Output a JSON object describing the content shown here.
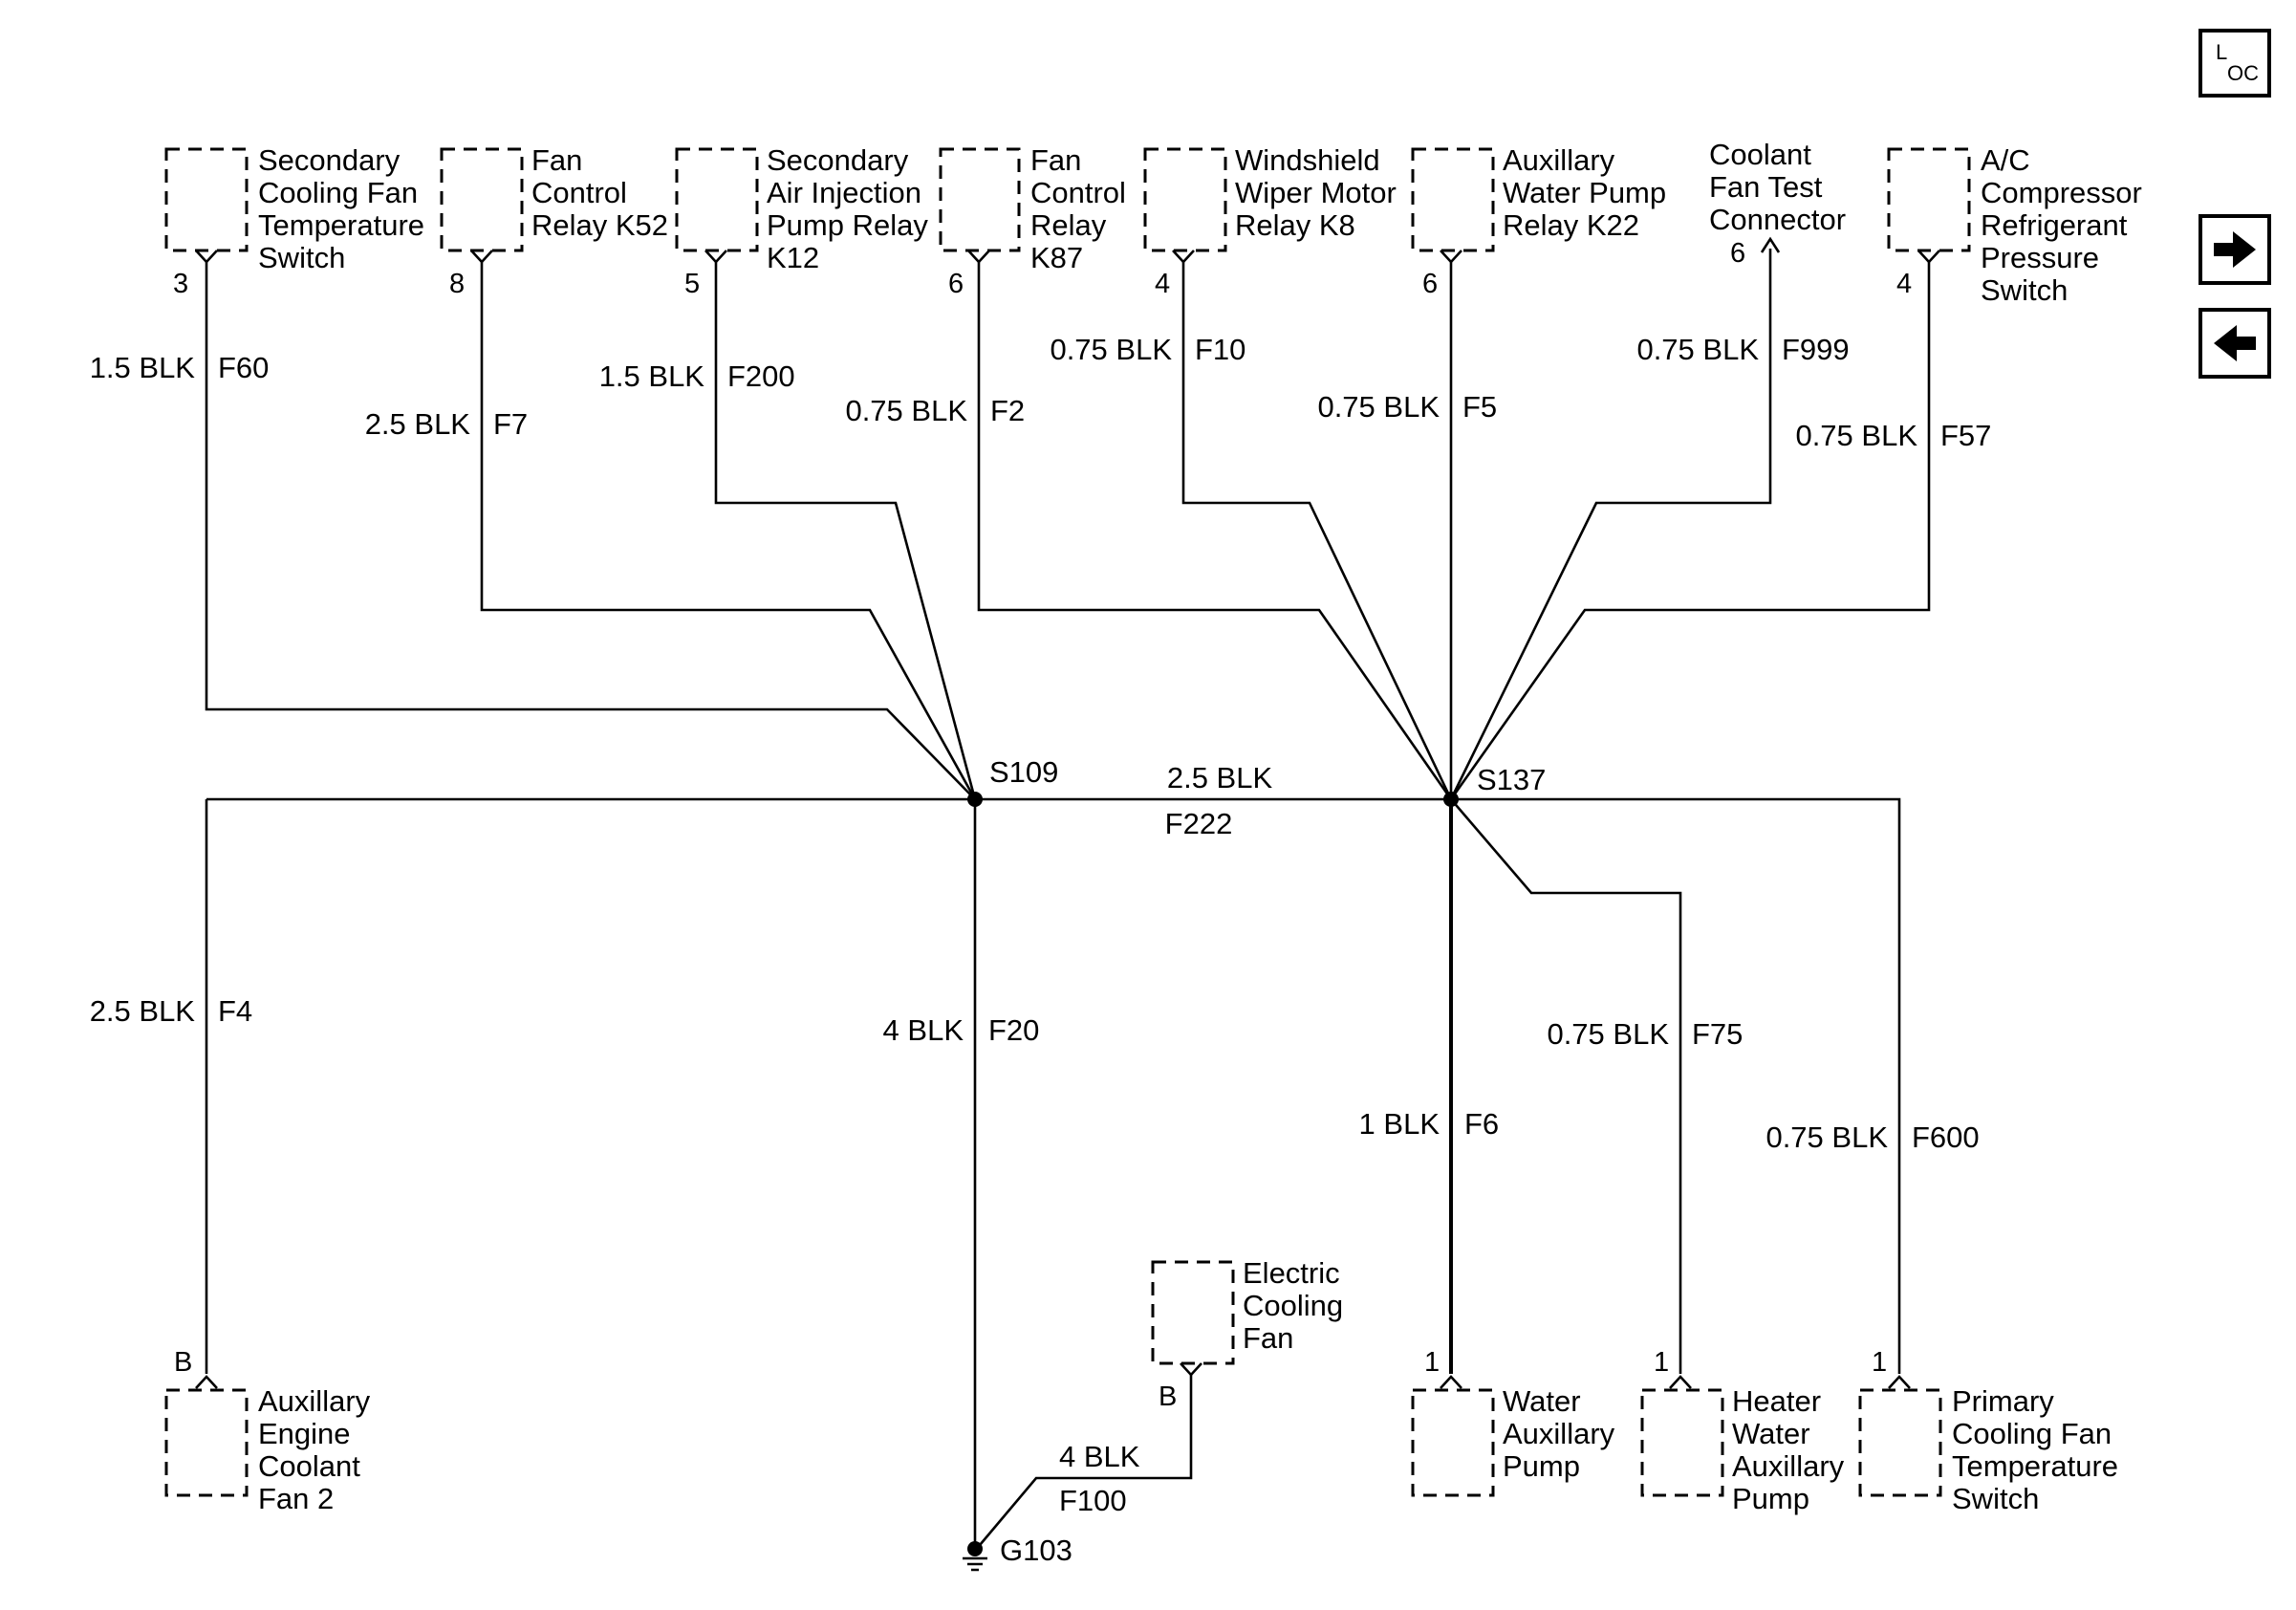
{
  "diagram": {
    "loc_button": {
      "main": "L",
      "sub": "OC"
    },
    "nav": {
      "next_icon": "arrow-right-icon",
      "prev_icon": "arrow-left-icon"
    },
    "components": {
      "sec_fan_switch": {
        "lines": [
          "Secondary",
          "Cooling Fan",
          "Temperature",
          "Switch"
        ],
        "pin": "3"
      },
      "relay_k52": {
        "lines": [
          "Fan",
          "Control",
          "Relay K52"
        ],
        "pin": "8"
      },
      "relay_k12": {
        "lines": [
          "Secondary",
          "Air Injection",
          "Pump Relay",
          "K12"
        ],
        "pin": "5"
      },
      "relay_k87": {
        "lines": [
          "Fan",
          "Control",
          "Relay",
          "K87"
        ],
        "pin": "6"
      },
      "relay_k8": {
        "lines": [
          "Windshield",
          "Wiper Motor",
          "Relay K8"
        ],
        "pin": "4"
      },
      "relay_k22": {
        "lines": [
          "Auxillary",
          "Water Pump",
          "Relay K22"
        ],
        "pin": "6"
      },
      "test_connector": {
        "lines": [
          "Coolant",
          "Fan Test",
          "Connector"
        ],
        "pin": "6"
      },
      "ac_switch": {
        "lines": [
          "A/C",
          "Compressor",
          "Refrigerant",
          "Pressure",
          "Switch"
        ],
        "pin": "4"
      },
      "aux_fan2": {
        "lines": [
          "Auxillary",
          "Engine",
          "Coolant",
          "Fan 2"
        ],
        "pin": "B"
      },
      "electric_fan": {
        "lines": [
          "Electric",
          "Cooling",
          "Fan"
        ],
        "pin": "B"
      },
      "water_aux_pump": {
        "lines": [
          "Water",
          "Auxillary",
          "Pump"
        ],
        "pin": "1"
      },
      "heater_aux_pump": {
        "lines": [
          "Heater",
          "Water",
          "Auxillary",
          "Pump"
        ],
        "pin": "1"
      },
      "primary_fan_switch": {
        "lines": [
          "Primary",
          "Cooling Fan",
          "Temperature",
          "Switch"
        ],
        "pin": "1"
      }
    },
    "wires": {
      "F60": {
        "gauge": "1.5 BLK",
        "circuit": "F60"
      },
      "F7": {
        "gauge": "2.5 BLK",
        "circuit": "F7"
      },
      "F200": {
        "gauge": "1.5 BLK",
        "circuit": "F200"
      },
      "F2": {
        "gauge": "0.75 BLK",
        "circuit": "F2"
      },
      "F10": {
        "gauge": "0.75 BLK",
        "circuit": "F10"
      },
      "F5": {
        "gauge": "0.75 BLK",
        "circuit": "F5"
      },
      "F999": {
        "gauge": "0.75 BLK",
        "circuit": "F999"
      },
      "F57": {
        "gauge": "0.75 BLK",
        "circuit": "F57"
      },
      "F222": {
        "gauge": "2.5 BLK",
        "circuit": "F222"
      },
      "F4": {
        "gauge": "2.5 BLK",
        "circuit": "F4"
      },
      "F20": {
        "gauge": "4 BLK",
        "circuit": "F20"
      },
      "F100": {
        "gauge": "4 BLK",
        "circuit": "F100"
      },
      "F6": {
        "gauge": "1 BLK",
        "circuit": "F6"
      },
      "F75": {
        "gauge": "0.75 BLK",
        "circuit": "F75"
      },
      "F600": {
        "gauge": "0.75 BLK",
        "circuit": "F600"
      }
    },
    "splices": {
      "s109": "S109",
      "s137": "S137"
    },
    "ground": "G103"
  }
}
